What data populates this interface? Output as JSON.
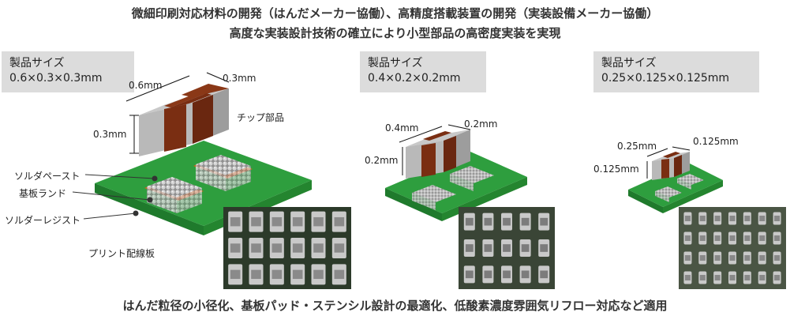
{
  "header": {
    "line1": "微細印刷対応材料の開発（はんだメーカー協働）、高精度搭載装置の開発（実装設備メーカー協働）",
    "line2": "高度な実装設計技術の確立により小型部品の高密度実装を実現"
  },
  "panels": [
    {
      "size_title": "製品サイズ",
      "size_value": "0.6×0.3×0.3mm",
      "dim_length": "0.6mm",
      "dim_width": "0.3mm",
      "dim_height": "0.3mm",
      "chip_label": "チップ部品",
      "callouts": {
        "solder_paste": "ソルダペースト",
        "board_land": "基板ランド",
        "solder_resist": "ソルダーレジスト",
        "pcb": "プリント配線板"
      }
    },
    {
      "size_title": "製品サイズ",
      "size_value": "0.4×0.2×0.2mm",
      "dim_length": "0.4mm",
      "dim_width": "0.2mm",
      "dim_height": "0.2mm"
    },
    {
      "size_title": "製品サイズ",
      "size_value": "0.25×0.125×0.125mm",
      "dim_length": "0.25mm",
      "dim_width": "0.125mm",
      "dim_height": "0.125mm"
    }
  ],
  "footer": "はんだ粒径の小径化、基板パッド・ステンシル設計の最適化、低酸素濃度雰囲気リフロー対応など適用",
  "colors": {
    "board_green": "#2e9e3e",
    "board_green_dark": "#1f7a2c",
    "chip_body": "#7a2e12",
    "chip_terminal": "#b9b9b9",
    "land_orange": "#e0611b",
    "size_box": "#dcdcdc"
  }
}
